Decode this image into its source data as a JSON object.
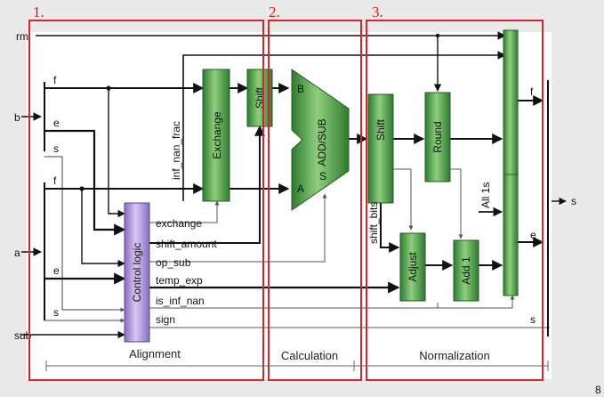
{
  "stages": [
    {
      "number": "1.",
      "name": "Alignment"
    },
    {
      "number": "2.",
      "name": "Calculation"
    },
    {
      "number": "3.",
      "name": "Normalization"
    }
  ],
  "inputs": {
    "rm": "rm",
    "b": "b",
    "a": "a",
    "sub": "sub"
  },
  "b_fields": {
    "f": "f",
    "e": "e",
    "s": "s"
  },
  "a_fields": {
    "f": "f",
    "e": "e",
    "s": "s"
  },
  "blocks": {
    "exchange": "Exchange",
    "shift_align": "Shift",
    "addsub": "ADD/SUB",
    "shift_norm": "Shift",
    "round": "Round",
    "adjust": "Adjust",
    "add1": "Add 1",
    "control_logic": "Control logic"
  },
  "addsub_ports": {
    "b": "B",
    "a": "A",
    "s": "S"
  },
  "signals": {
    "inf_nan_frac": "inf_nan_frac",
    "exchange": "exchange",
    "shift_amount": "shift_amount",
    "op_sub": "op_sub",
    "temp_exp": "temp_exp",
    "is_inf_nan": "is_inf_nan",
    "sign": "sign",
    "shift_bits": "shift_bits",
    "all1s": "All 1s"
  },
  "outputs": {
    "f": "f",
    "e": "e",
    "s": "s",
    "s_final": "s"
  },
  "page_number": "8",
  "colors": {
    "stage_border": "#d6252f",
    "stage_number": "#c8202a",
    "block_green": "#3f8f3f",
    "block_purple": "#a98bd4",
    "wire": "#111111",
    "panel": "#ffffff",
    "background": "#e9e9e9"
  }
}
